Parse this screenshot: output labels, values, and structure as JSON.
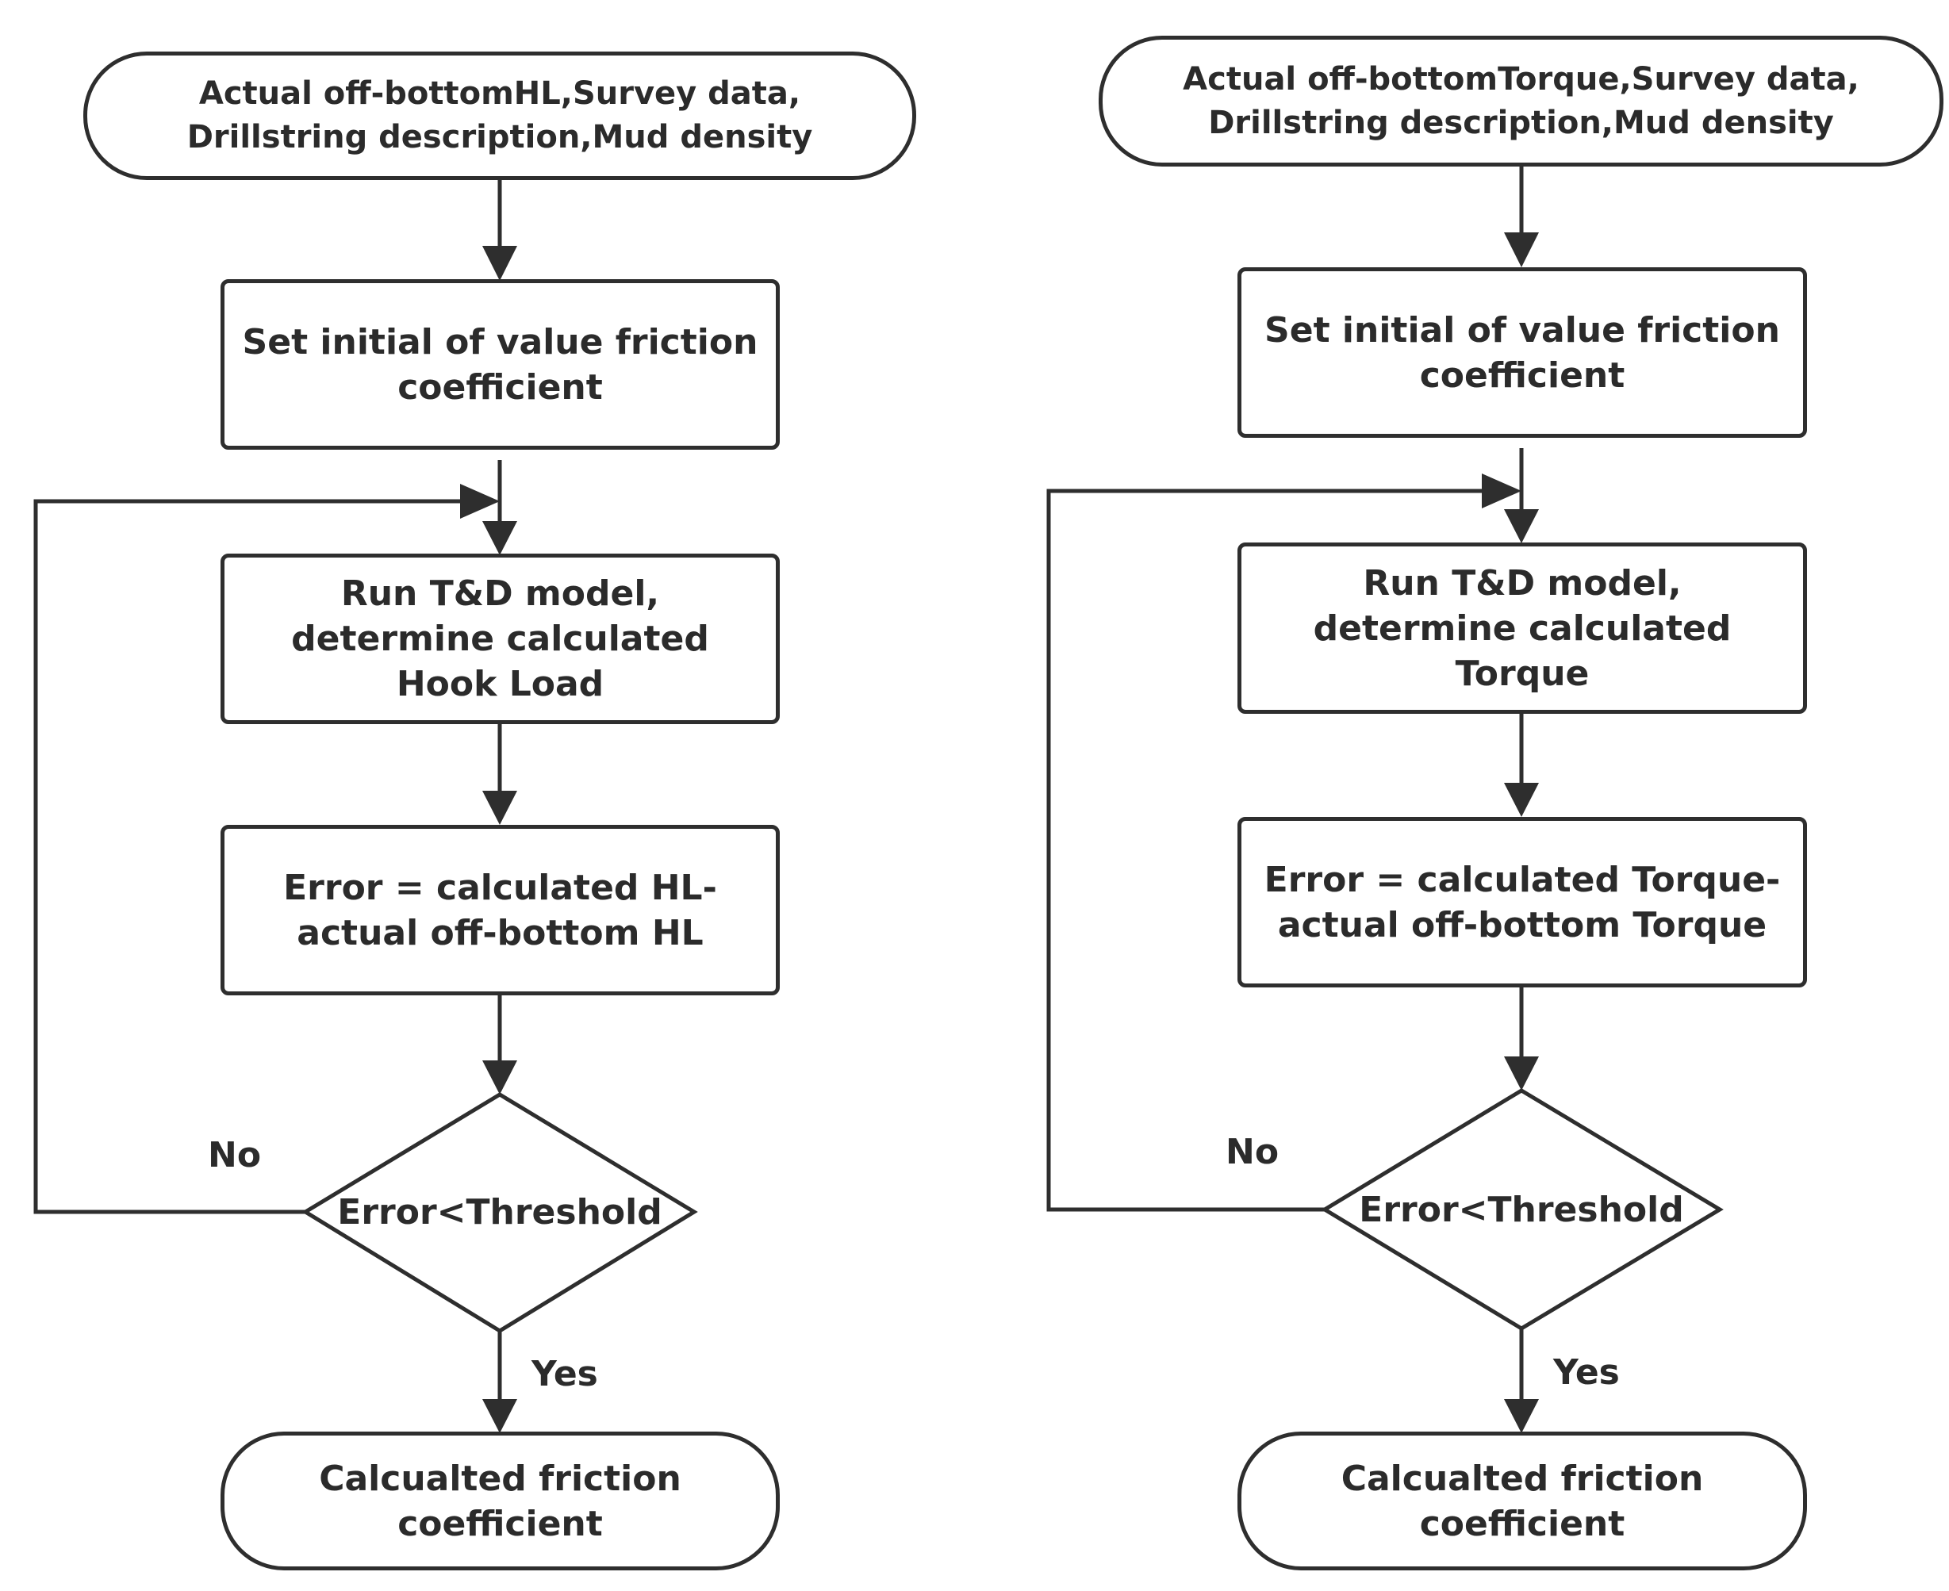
{
  "left": {
    "start": "Actual off-bottomHL,Survey data,\nDrillstring description,Mud density",
    "init": "Set initial of value friction\ncoefficient",
    "run": "Run T&D model,\ndetermine calculated\nHook Load",
    "error": "Error = calculated HL-\nactual off-bottom HL",
    "decision": "Error<Threshold",
    "no_label": "No",
    "yes_label": "Yes",
    "end": "Calcualted friction\ncoefficient"
  },
  "right": {
    "start": "Actual off-bottomTorque,Survey data,\nDrillstring description,Mud density",
    "init": "Set initial of value friction\ncoefficient",
    "run": "Run T&D model,\ndetermine calculated\nTorque",
    "error": "Error = calculated Torque-\nactual off-bottom Torque",
    "decision": "Error<Threshold",
    "no_label": "No",
    "yes_label": "Yes",
    "end": "Calcualted friction\ncoefficient"
  },
  "colors": {
    "stroke": "#2e2e2e",
    "text": "#2b2b2b",
    "background": "#ffffff"
  }
}
